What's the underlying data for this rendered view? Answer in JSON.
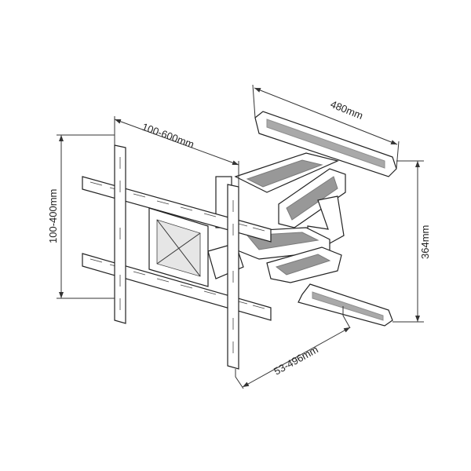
{
  "dimensions": {
    "arm_plate_width": "480mm",
    "vesa_horizontal": "100-600mm",
    "vesa_vertical": "100-400mm",
    "arm_plate_height": "364mm",
    "extension": "53-496mm"
  },
  "colors": {
    "line": "#222222",
    "fill": "#ffffff",
    "shade": "#555555"
  }
}
